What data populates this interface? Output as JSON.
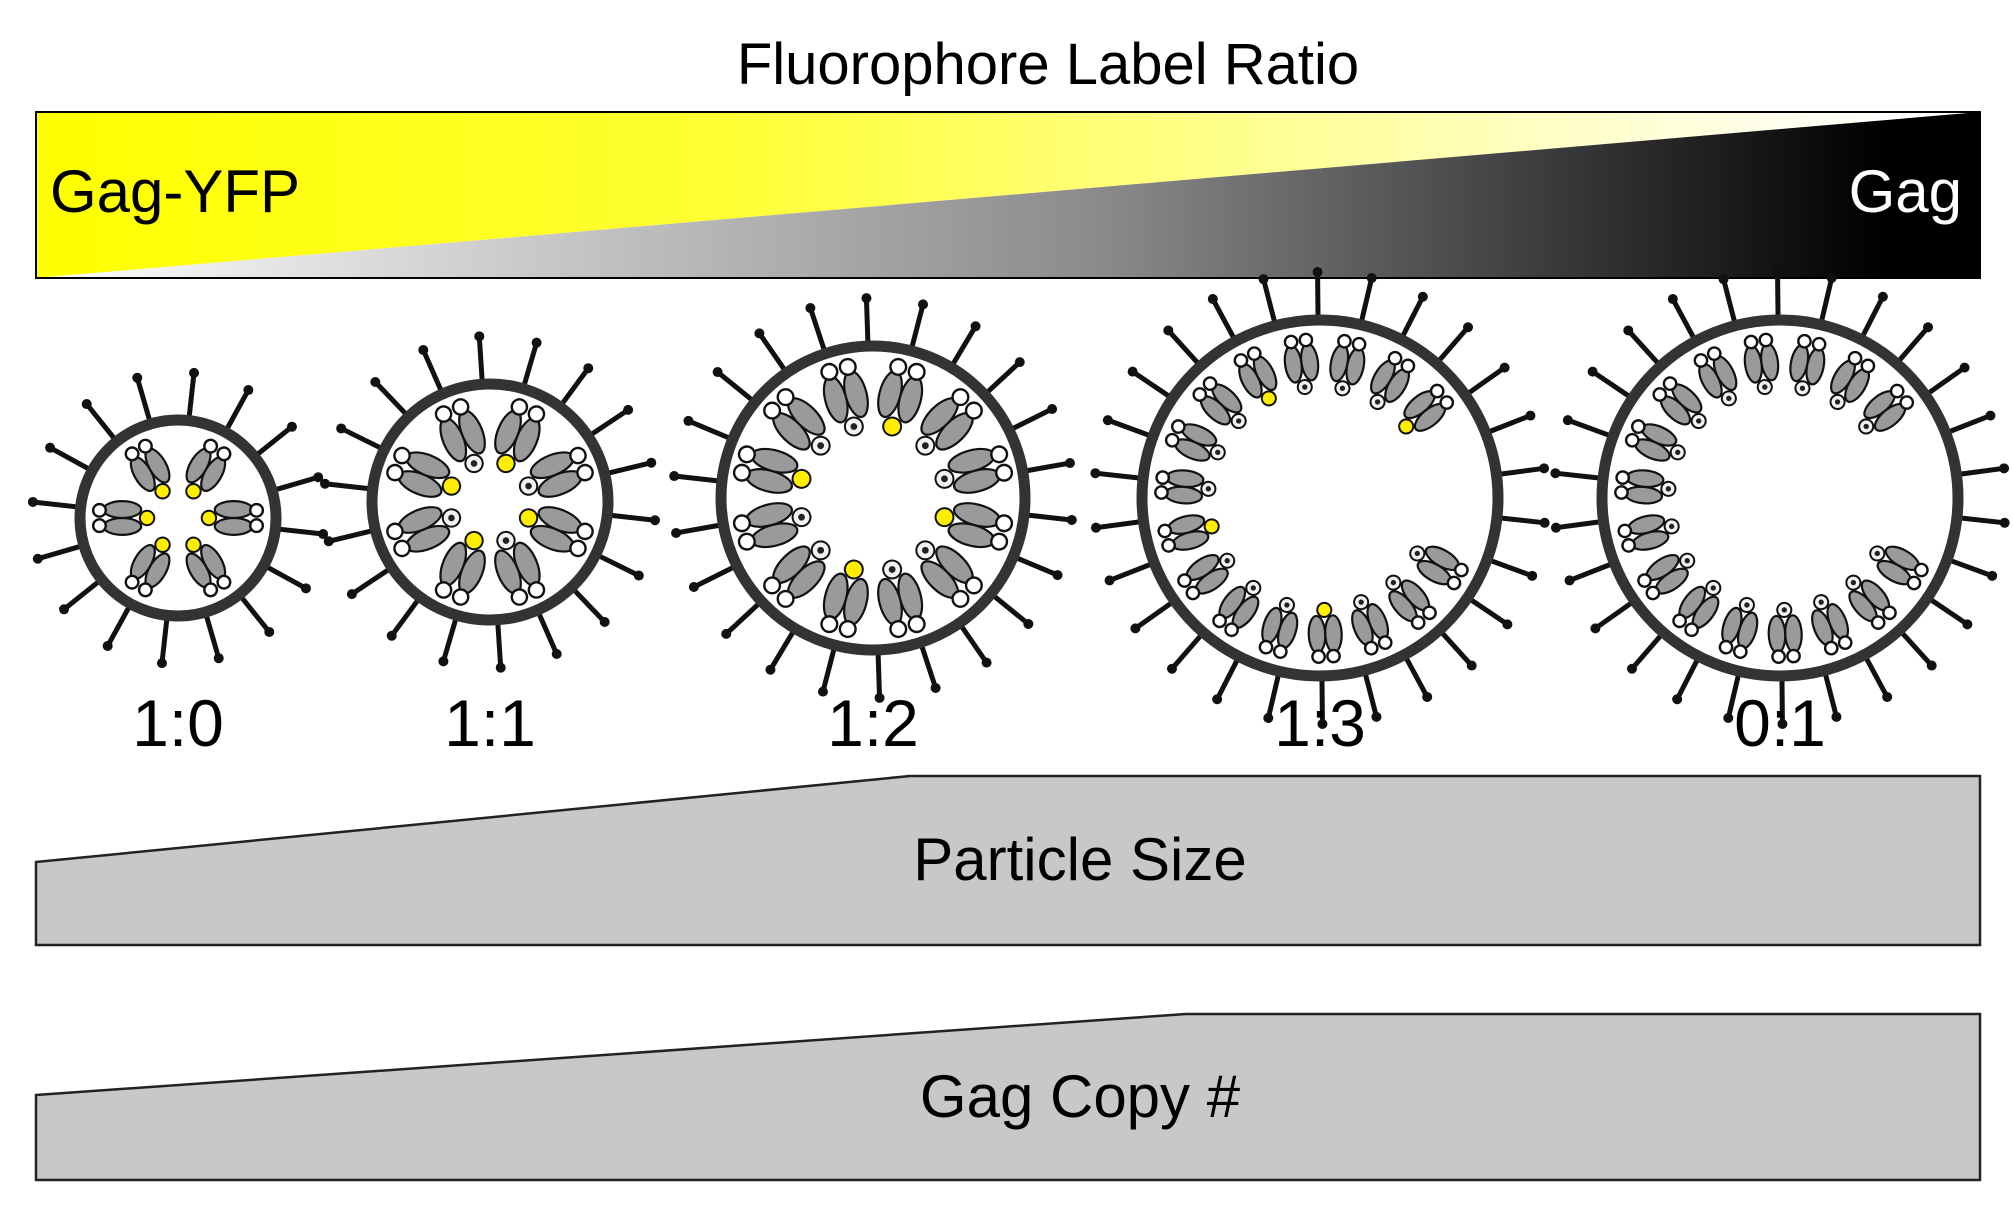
{
  "title": "Fluorophore Label Ratio",
  "gradient": {
    "left_label": "Gag-YFP",
    "right_label": "Gag",
    "left_color": "#ffff00",
    "right_color": "#000000"
  },
  "particles": [
    {
      "ratio_label": "1:0",
      "labeled": [
        1,
        1,
        1,
        1,
        1,
        1
      ]
    },
    {
      "ratio_label": "1:1",
      "labeled": [
        1,
        0,
        1,
        0,
        1,
        0,
        1,
        0
      ]
    },
    {
      "ratio_label": "1:2",
      "labeled": [
        1,
        0,
        0,
        1,
        0,
        0,
        1,
        0,
        0,
        1,
        0,
        0
      ]
    },
    {
      "ratio_label": "1:3",
      "labeled": [
        0,
        0,
        0,
        1,
        0,
        0,
        0,
        1,
        0,
        0,
        0,
        1,
        0,
        0,
        0,
        1
      ]
    },
    {
      "ratio_label": "0:1",
      "labeled": [
        0,
        0,
        0,
        0,
        0,
        0,
        0,
        0,
        0,
        0,
        0,
        0,
        0,
        0,
        0,
        0
      ]
    }
  ],
  "bars": {
    "particle_size": "Particle Size",
    "gag_copy": "Gag Copy #"
  },
  "colors": {
    "bar_fill": "#c8c8c8",
    "membrane": "#333333",
    "gag_fill": "#9a9a9a",
    "yfp": "#ffee00",
    "spike": "#111111"
  }
}
